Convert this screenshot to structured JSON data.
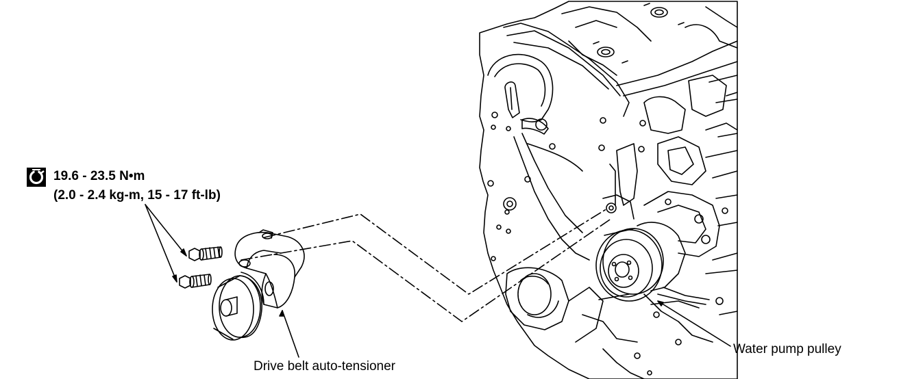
{
  "torque": {
    "icon": "torque-wrench-icon",
    "line1": "19.6 - 23.5 N•m",
    "line2": "(2.0 - 2.4 kg-m, 15 - 17 ft-lb)"
  },
  "labels": {
    "tensioner": "Drive belt auto-tensioner",
    "pump_pulley": "Water pump pulley"
  }
}
